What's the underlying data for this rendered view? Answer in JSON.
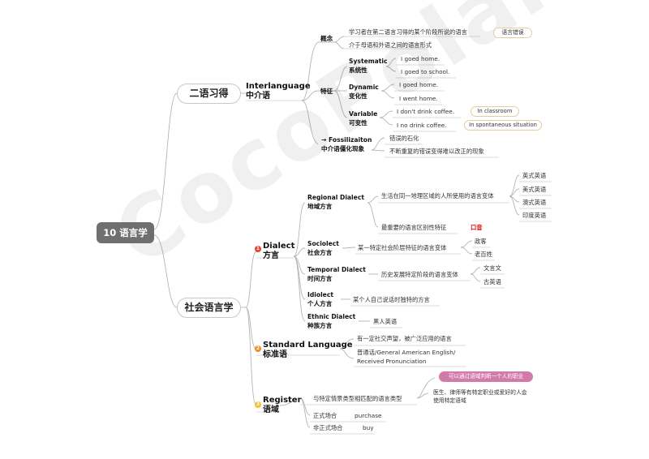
{
  "watermark": "CocoPolaris",
  "root": "10 语言学",
  "b1": {
    "title": "二语习得",
    "sub": [
      "Interlanguage",
      "中介语"
    ],
    "concept_label": "概念",
    "concept_1": "学习者在第二语言习得的某个阶段所说的语言",
    "concept_1_tag": "语言错误",
    "concept_2": "介于母语和外语之间的语言形式",
    "feature_label": "特征",
    "systematic": [
      "Systematic",
      "系统性"
    ],
    "systematic_ex": [
      "I goed home.",
      "I goed to school."
    ],
    "dynamic": [
      "Dynamic",
      "变化性"
    ],
    "dynamic_ex": [
      "I goed home.",
      "I went home."
    ],
    "variable": [
      "Variable",
      "可变性"
    ],
    "variable_ex": [
      "I don't drink coffee.",
      "I no drink coffee."
    ],
    "variable_tags": [
      "In classroom",
      "In spontaneous situation"
    ],
    "fossil": [
      "→ Fossilizaiton",
      "中介语僵化现象"
    ],
    "fossil_items": [
      "错误的石化",
      "不断重复的错误变得难以改正的现象"
    ]
  },
  "b2": {
    "title": "社会语言学",
    "nums": [
      "1",
      "2",
      "3"
    ],
    "dialect": [
      "Dialect",
      "方言"
    ],
    "regional": [
      "Regional Dialect",
      "地域方言"
    ],
    "regional_def": "生活在同一地理区域的人所使用的语言变体",
    "regional_examples": [
      "英式英语",
      "美式英语",
      "澳式英语",
      "印度英语"
    ],
    "regional_feature": "最重要的语言区别性特征",
    "regional_feature_tag": "口音",
    "socio": [
      "Sociolect",
      "社会方言"
    ],
    "socio_def": "某一特定社会阶层特征的语言变体",
    "socio_examples": [
      "政客",
      "老百姓"
    ],
    "temporal": [
      "Temporal Dialect",
      "时间方言"
    ],
    "temporal_def": "历史发展特定阶段的语言变体",
    "temporal_examples": [
      "文言文",
      "古英语"
    ],
    "idiolect": [
      "Idiolect",
      "个人方言"
    ],
    "idiolect_def": "某个人自己说话时独特的方言",
    "ethnic": [
      "Ethnic Dialect",
      "种族方言"
    ],
    "ethnic_def": "黑人英语",
    "standard": [
      "Standard Language",
      "标准语"
    ],
    "standard_def": "有一定社交声望，被广泛应用的语言",
    "standard_ex": [
      "普通话/General American English/",
      "Received Pronunciation"
    ],
    "register": [
      "Register",
      "语域"
    ],
    "register_def": "与特定情景类型相匹配的语言类型",
    "register_note": "可以通过语域判断一个人的职业",
    "register_note2": [
      "医生、律师等有特定职业或爱好的人会",
      "使用特定语域"
    ],
    "formal": [
      "正式场合",
      "purchase"
    ],
    "informal": [
      "非正式场合",
      "buy"
    ]
  }
}
